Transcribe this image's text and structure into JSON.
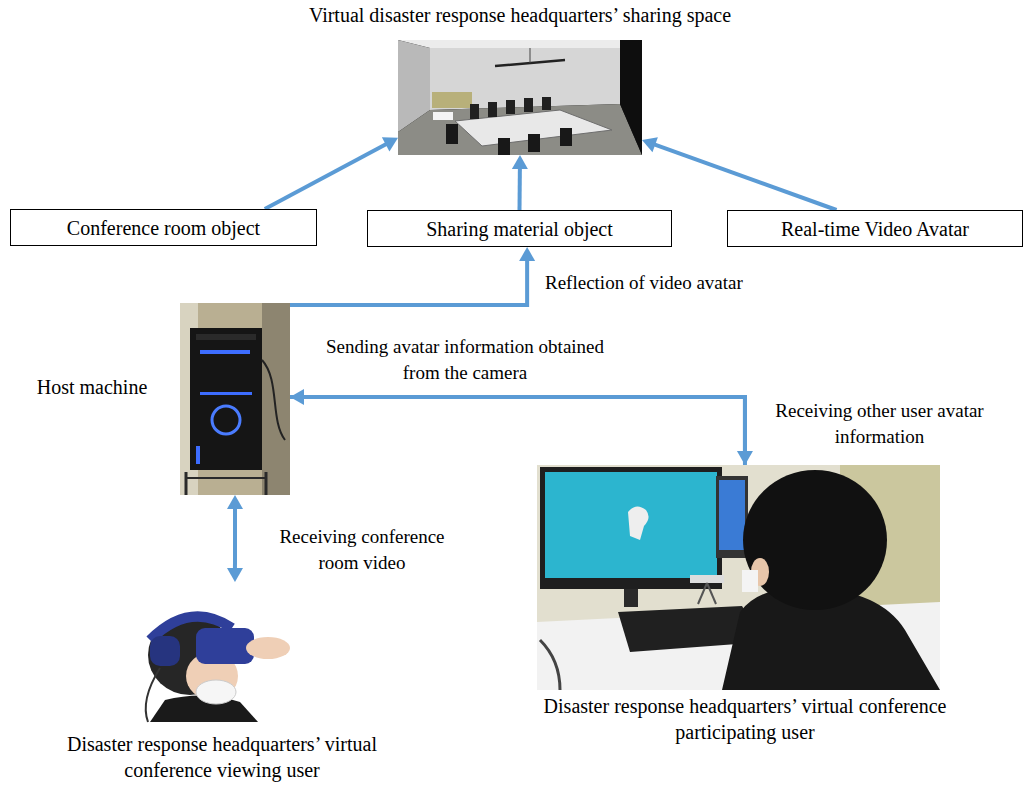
{
  "diagram": {
    "nodes": [
      {
        "text": [
          "Virtual disaster response headquarters’ sharing space"
        ]
      },
      {
        "text": [
          "Conference room object"
        ]
      },
      {
        "text": [
          "Sharing material object"
        ]
      },
      {
        "text": [
          "Real-time Video Avatar"
        ]
      },
      {
        "text": [
          "Host machine"
        ]
      },
      {
        "text": [
          "Disaster response headquarters’ virtual conference participating user"
        ]
      },
      {
        "text": [
          "Disaster response headquarters’ virtual conference viewing user"
        ]
      }
    ],
    "edges": [
      {
        "from": 1,
        "to": 0,
        "arrow": "to"
      },
      {
        "from": 2,
        "to": 0,
        "arrow": "to"
      },
      {
        "from": 3,
        "to": 0,
        "arrow": "to"
      },
      {
        "from": 4,
        "to": 2,
        "label": "Reflection of video avatar",
        "arrow": "to"
      },
      {
        "from": 5,
        "to": 4,
        "label": "Sending avatar information obtained from the camera",
        "arrow": "to"
      },
      {
        "from": 4,
        "to": 5,
        "label": "Receiving other user avatar information",
        "arrow": "to"
      },
      {
        "from": 4,
        "to": 6,
        "label": "Receiving conference room video",
        "arrow": "both"
      }
    ]
  }
}
